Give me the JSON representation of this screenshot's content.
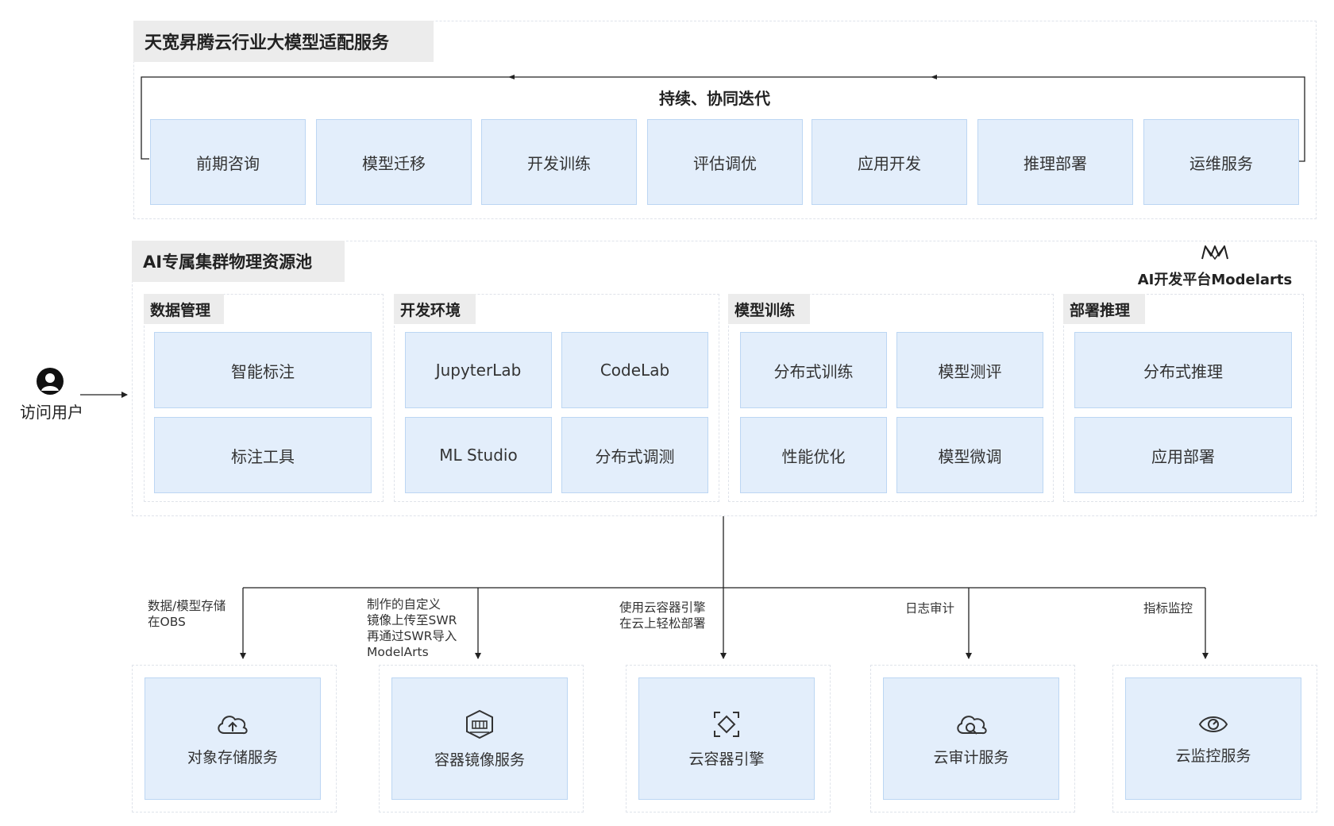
{
  "top_section": {
    "title": "天宽昇腾云行业大模型适配服务",
    "loop_label": "持续、协同迭代",
    "steps": [
      "前期咨询",
      "模型迁移",
      "开发训练",
      "评估调优",
      "应用开发",
      "推理部署",
      "运维服务"
    ]
  },
  "resource_pool": {
    "title": "AI专属集群物理资源池",
    "platform_label": "AI开发平台Modelarts",
    "groups": [
      {
        "title": "数据管理",
        "items": [
          "智能标注",
          "标注工具"
        ]
      },
      {
        "title": "开发环境",
        "items": [
          "JupyterLab",
          "CodeLab",
          "ML Studio",
          "分布式调测"
        ]
      },
      {
        "title": "模型训练",
        "items": [
          "分布式训练",
          "模型测评",
          "性能优化",
          "模型微调"
        ]
      },
      {
        "title": "部署推理",
        "items": [
          "分布式推理",
          "应用部署"
        ]
      }
    ]
  },
  "user": {
    "label": "访问用户"
  },
  "services": [
    {
      "note_lines": [
        "数据/模型存储",
        "在OBS"
      ],
      "label": "对象存储服务",
      "icon": "cloud-upload-icon"
    },
    {
      "note_lines": [
        "制作的自定义",
        "镜像上传至SWR",
        "再通过SWR导入",
        "ModelArts"
      ],
      "label": "容器镜像服务",
      "icon": "container-image-icon"
    },
    {
      "note_lines": [
        "使用云容器引擎",
        "在云上轻松部署"
      ],
      "label": "云容器引擎",
      "icon": "container-engine-icon"
    },
    {
      "note_lines": [
        "日志审计"
      ],
      "label": "云审计服务",
      "icon": "cloud-audit-icon"
    },
    {
      "note_lines": [
        "指标监控"
      ],
      "label": "云监控服务",
      "icon": "eye-monitor-icon"
    }
  ]
}
